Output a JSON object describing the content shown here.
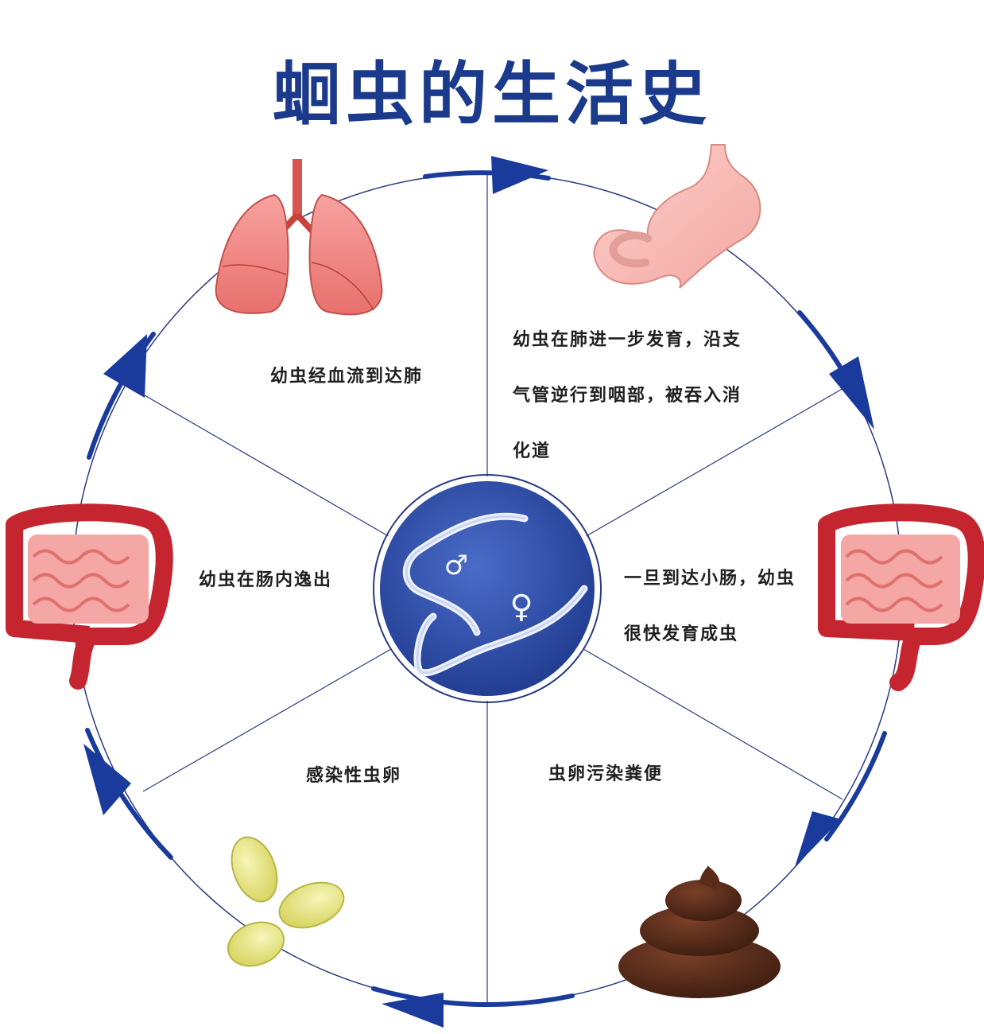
{
  "title": "蛔虫的生活史",
  "colors": {
    "circle_stroke": "#2b3a80",
    "arrow": "#1a3a9c",
    "center_fill": "#2a4aa0",
    "spoke": "#2b3a80",
    "title": "#1b3a8c"
  },
  "stages": [
    {
      "id": "lungs",
      "icon": "lungs-icon",
      "text": [
        "幼虫经血流到达肺"
      ]
    },
    {
      "id": "stomach",
      "icon": "stomach-icon",
      "text": [
        "幼虫在肺进一步发育，沿支",
        "气管逆行到咽部，被吞入消",
        "化道"
      ]
    },
    {
      "id": "small-intestine",
      "icon": "intestine-icon",
      "text": [
        "一旦到达小肠，幼虫",
        "很快发育成虫"
      ]
    },
    {
      "id": "feces",
      "icon": "feces-icon",
      "text": [
        "虫卵污染粪便"
      ]
    },
    {
      "id": "eggs",
      "icon": "eggs-icon",
      "text": [
        "感染性虫卵"
      ]
    },
    {
      "id": "intestine-escape",
      "icon": "intestine-icon",
      "text": [
        "幼虫在肠内逸出"
      ]
    }
  ],
  "center": {
    "icon": "roundworm-icon",
    "male_symbol": "♂",
    "female_symbol": "♀"
  }
}
